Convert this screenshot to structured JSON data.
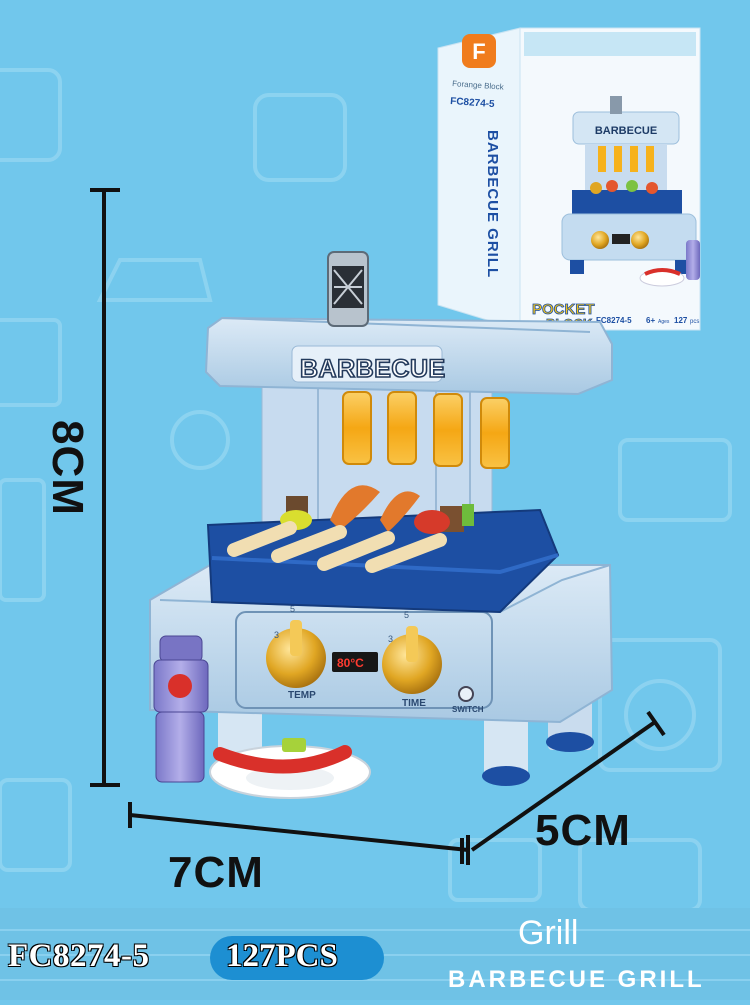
{
  "dimensions": {
    "height": "8CM",
    "width": "7CM",
    "depth": "5CM"
  },
  "footer": {
    "product_code": "FC8274-5",
    "piece_count": "127PCS",
    "name_cn": "Grill",
    "name_en": "BARBECUE GRILL"
  },
  "model": {
    "sign": "BARBECUE",
    "display": "80°C",
    "knob_left_label": "TEMP",
    "knob_right_label": "TIME",
    "switch_label": "SWITCH",
    "knob_marks_left": [
      "3",
      "5"
    ],
    "knob_marks_right": [
      "3",
      "5"
    ]
  },
  "box": {
    "code": "FC8274-5",
    "sign": "BARBECUE",
    "side_title": "BARBECUE GRILL",
    "series_line1": "POCKET",
    "series_line2": "BLOCK",
    "age": "6+",
    "age_unit": "Ages",
    "pieces": "127",
    "pieces_unit": "pcs",
    "brand": "Forange Block",
    "brand_logo_letter": "F"
  },
  "colors": {
    "background": "#71c7ec",
    "grill_body": "#b9d8ee",
    "grill_tray": "#1d4fa3",
    "accent_gold": "#e0a623",
    "heater": "#f6b21c",
    "sausage": "#d9302a"
  }
}
